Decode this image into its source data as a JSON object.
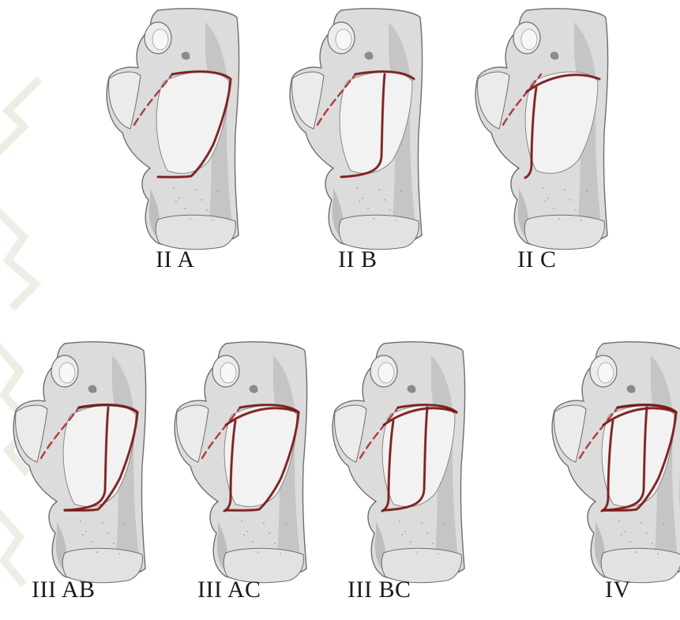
{
  "figure": {
    "panels": [
      {
        "label": "II A",
        "fracture_lines": 1,
        "variant": "A"
      },
      {
        "label": "II B",
        "fracture_lines": 1,
        "variant": "B"
      },
      {
        "label": "II C",
        "fracture_lines": 1,
        "variant": "C"
      },
      {
        "label": "III AB",
        "fracture_lines": 2,
        "variant": "AB"
      },
      {
        "label": "III AC",
        "fracture_lines": 2,
        "variant": "AC"
      },
      {
        "label": "III BC",
        "fracture_lines": 2,
        "variant": "BC"
      },
      {
        "label": "IV",
        "fracture_lines": 3,
        "variant": "ABC"
      }
    ],
    "colors": {
      "bone_fill": "#dcdcdc",
      "bone_shadow": "#9a9a9a",
      "bone_outline": "#6e6e6e",
      "facet_fill": "#f2f2f2",
      "fracture_line": "#8b1a1a",
      "fracture_dash": "#b33a3a",
      "watermark": "#e6ece0"
    }
  }
}
